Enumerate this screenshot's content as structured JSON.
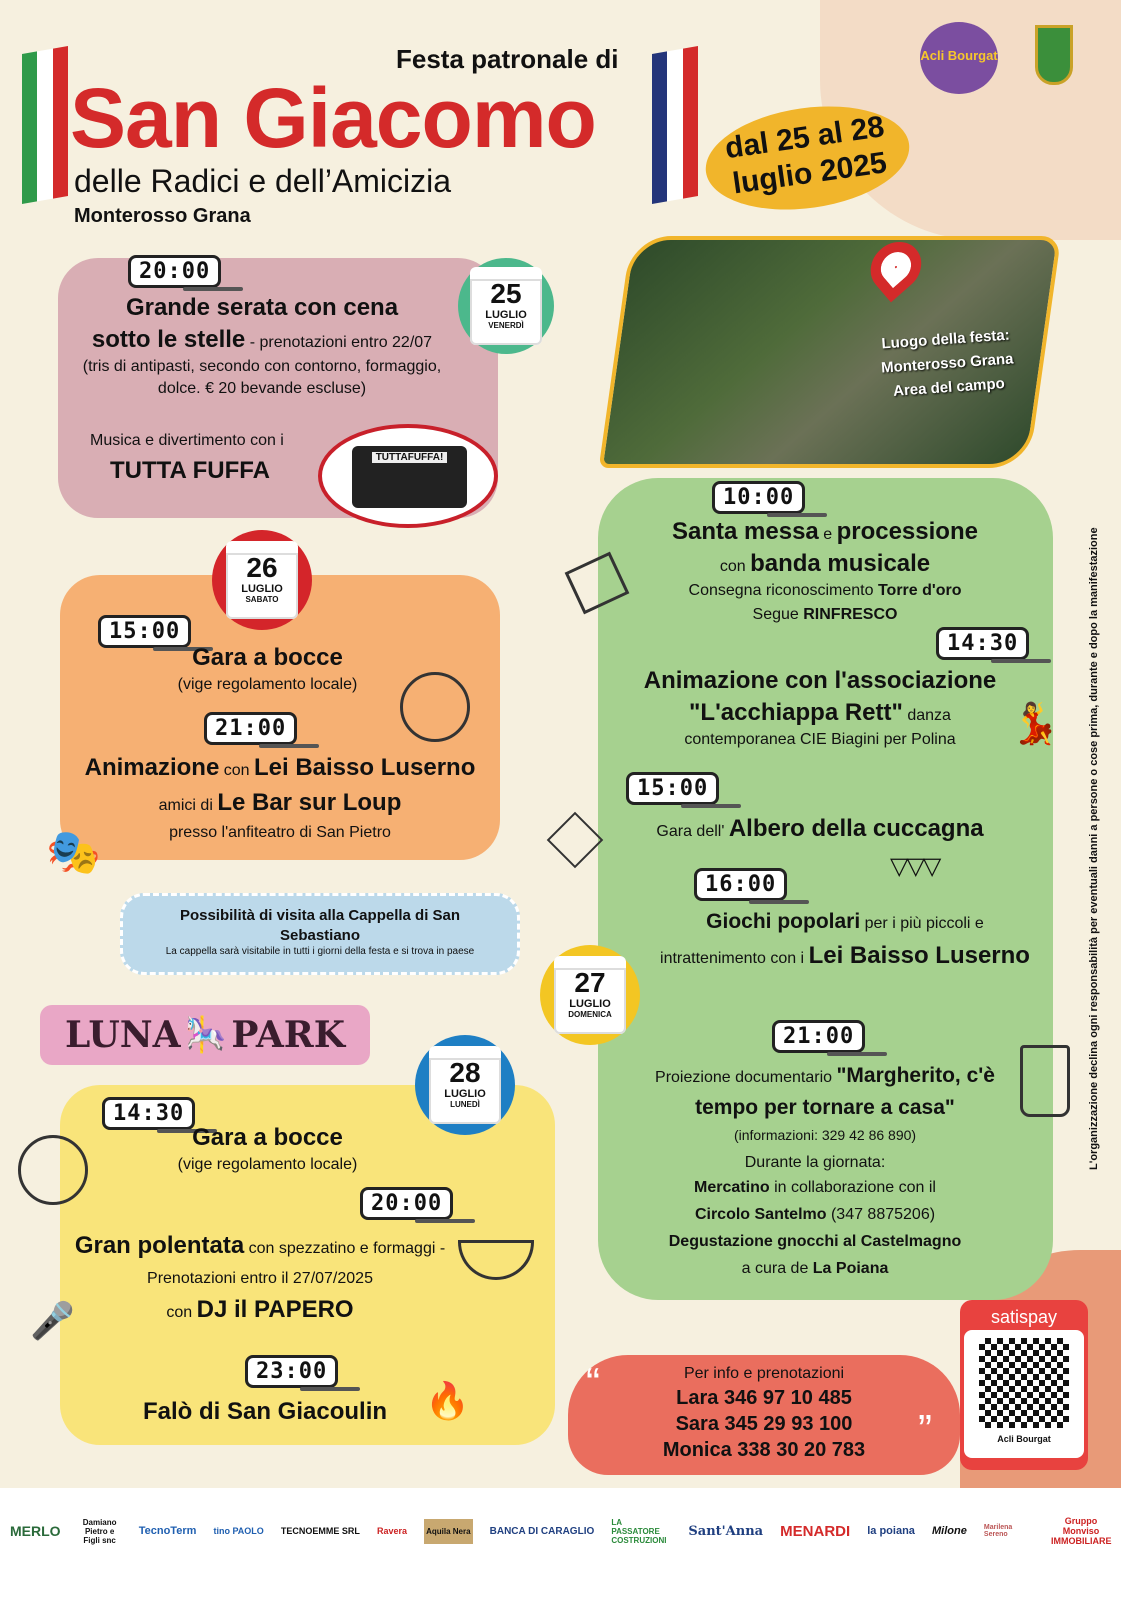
{
  "header": {
    "pre": "Festa patronale di",
    "title": "San Giacomo",
    "subtitle": "delle Radici e dell’Amicizia",
    "place": "Monterosso Grana"
  },
  "logos": {
    "acli": "Acli Bourgat",
    "coat": "coat-of-arms"
  },
  "dates": {
    "line1": "dal 25 al 28",
    "line2": "luglio 2025"
  },
  "map": {
    "label1": "Luogo della festa:",
    "label2": "Monterosso Grana",
    "label3": "Area del campo",
    "icon": "map-pin-icon"
  },
  "day25": {
    "num": "25",
    "month": "LUGLIO",
    "dow": "VENERDÌ",
    "color": "#4cb88c",
    "time": "20:00",
    "title1": "Grande serata con cena",
    "title2": "sotto le stelle",
    "booking": " - prenotazioni entro 22/07",
    "menu": "(tris di antipasti, secondo con contorno, formaggio, dolce. € 20 bevande escluse)",
    "music": "Musica e divertimento con i",
    "band": "TUTTA FUFFA",
    "cassette": "TUTTAFUFFA!"
  },
  "day26": {
    "num": "26",
    "month": "LUGLIO",
    "dow": "SABATO",
    "color": "#d4252a",
    "e1": {
      "time": "15:00",
      "title": "Gara a bocce",
      "note": "(vige regolamento locale)"
    },
    "e2": {
      "time": "21:00",
      "a": "Animazione",
      "b": " con ",
      "c": "Lei Baisso Luserno",
      "d": " amici di ",
      "e": "Le Bar sur Loup",
      "note": "presso l'anfiteatro di San Pietro"
    }
  },
  "chapel": {
    "title": "Possibilità di visita alla Cappella di San Sebastiano",
    "note": "La cappella sarà visitabile in tutti i giorni della festa e si trova in paese"
  },
  "lunapark": {
    "left": "LUNA",
    "right": "PARK"
  },
  "day28": {
    "num": "28",
    "month": "LUGLIO",
    "dow": "LUNEDÌ",
    "color": "#1e7fc4",
    "e1": {
      "time": "14:30",
      "title": "Gara a bocce",
      "note": "(vige regolamento locale)"
    },
    "e2": {
      "time": "20:00",
      "title": "Gran polentata",
      "rest": " con spezzatino e formaggi - Prenotazioni entro il 27/07/2025",
      "dj_pre": "con ",
      "dj": "DJ il PAPERO"
    },
    "e3": {
      "time": "23:00",
      "title": "Falò di San Giacoulin"
    }
  },
  "day27": {
    "num": "27",
    "month": "LUGLIO",
    "dow": "DOMENICA",
    "color": "#f3c623",
    "e1": {
      "time": "10:00",
      "a": "Santa messa",
      "b": " e ",
      "c": "processione",
      "d": "con ",
      "e": "banda musicale",
      "f": "Consegna riconoscimento ",
      "g": "Torre d'oro",
      "h": "Segue ",
      "i": "RINFRESCO"
    },
    "e2": {
      "time": "14:30",
      "a": "Animazione con l'associazione",
      "b": "\"L'acchiappa Rett\"",
      "c": " danza",
      "d": "contemporanea CIE Biagini per Polina"
    },
    "e3": {
      "time": "15:00",
      "a": "Gara dell' ",
      "b": "Albero della cuccagna"
    },
    "e4": {
      "time": "16:00",
      "a": "Giochi popolari",
      "b": " per i più piccoli e intrattenimento con i ",
      "c": "Lei Baisso Luserno"
    },
    "e5": {
      "time": "21:00",
      "a": "Proiezione documentario ",
      "b": "\"Margherito, c'è tempo per tornare a casa\"",
      "c": "(informazioni: 329 42 86 890)"
    },
    "all": {
      "intro": "Durante la giornata:",
      "a": "Mercatino",
      "b": " in collaborazione con il ",
      "c": "Circolo Santelmo",
      "d": " (347 8875206)",
      "e": "Degustazione gnocchi al Castelmagno",
      "f": "a cura de ",
      "g": "La Poiana"
    }
  },
  "contact": {
    "title": "Per info e prenotazioni",
    "people": [
      "Lara 346 97 10 485",
      "Sara 345 29 93 100",
      "Monica 338 30 20 783"
    ]
  },
  "satispay": {
    "label": "satispay",
    "owner": "Acli Bourgat"
  },
  "disclaimer": "L'organizzazione declina ogni responsabilità per eventuali danni a persone o cose prima, durante e dopo la manifestazione",
  "sponsors": [
    "MERLO",
    "Damiano Pietro e Figli snc",
    "TecnoTerm",
    "tino PAOLO",
    "TECNOEMME SRL",
    "Ravera",
    "Aquila Nera",
    "BANCA DI CARAGLIO",
    "LA PASSATORE COSTRUZIONI",
    "Sant'Anna",
    "MENARDI",
    "la poiana",
    "Milone",
    "Marilena Sereno",
    "Gruppo Monviso IMMOBILIARE"
  ]
}
